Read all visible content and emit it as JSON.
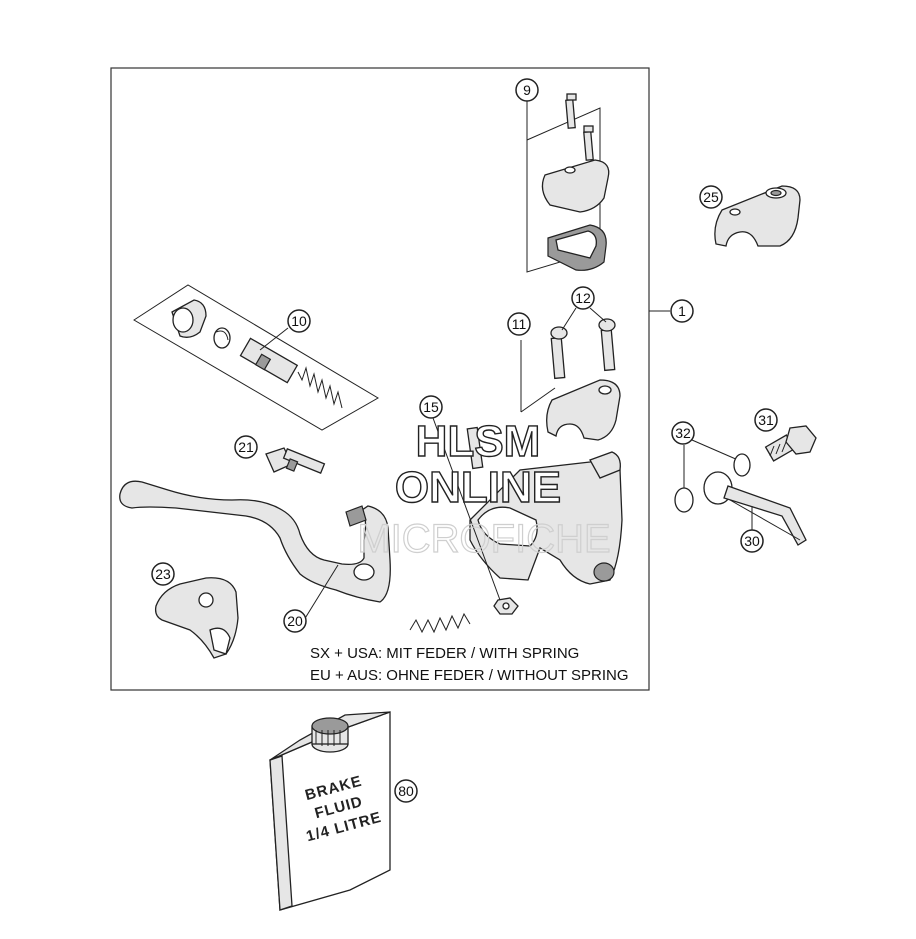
{
  "callouts": {
    "c1": "1",
    "c9": "9",
    "c10": "10",
    "c11": "11",
    "c12": "12",
    "c15": "15",
    "c20": "20",
    "c21": "21",
    "c23": "23",
    "c25": "25",
    "c30": "30",
    "c31": "31",
    "c32": "32",
    "c80": "80"
  },
  "notes": {
    "line1": "SX + USA:  MIT FEDER / WITH SPRING",
    "line2": "EU + AUS:  OHNE FEDER / WITHOUT SPRING"
  },
  "can_label": {
    "line1": "BRAKE",
    "line2": "FLUID",
    "line3": "1/4 LITRE"
  },
  "watermark": {
    "line1": "HLSM",
    "line2": "ONLINE",
    "line3": "MICROFICHE"
  }
}
